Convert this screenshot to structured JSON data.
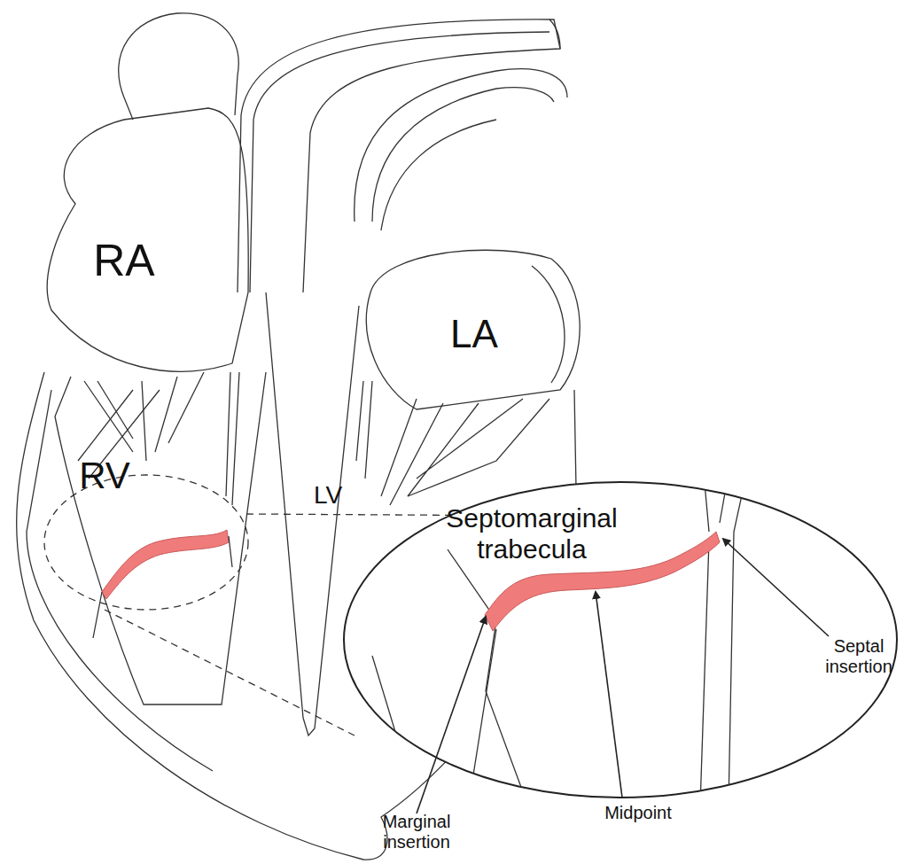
{
  "diagram": {
    "labels": [
      "RA",
      "LA",
      "RV",
      "LV",
      "Septomarginal trabecula",
      "Septal insertion",
      "Midpoint",
      "Marginal insertion"
    ]
  }
}
